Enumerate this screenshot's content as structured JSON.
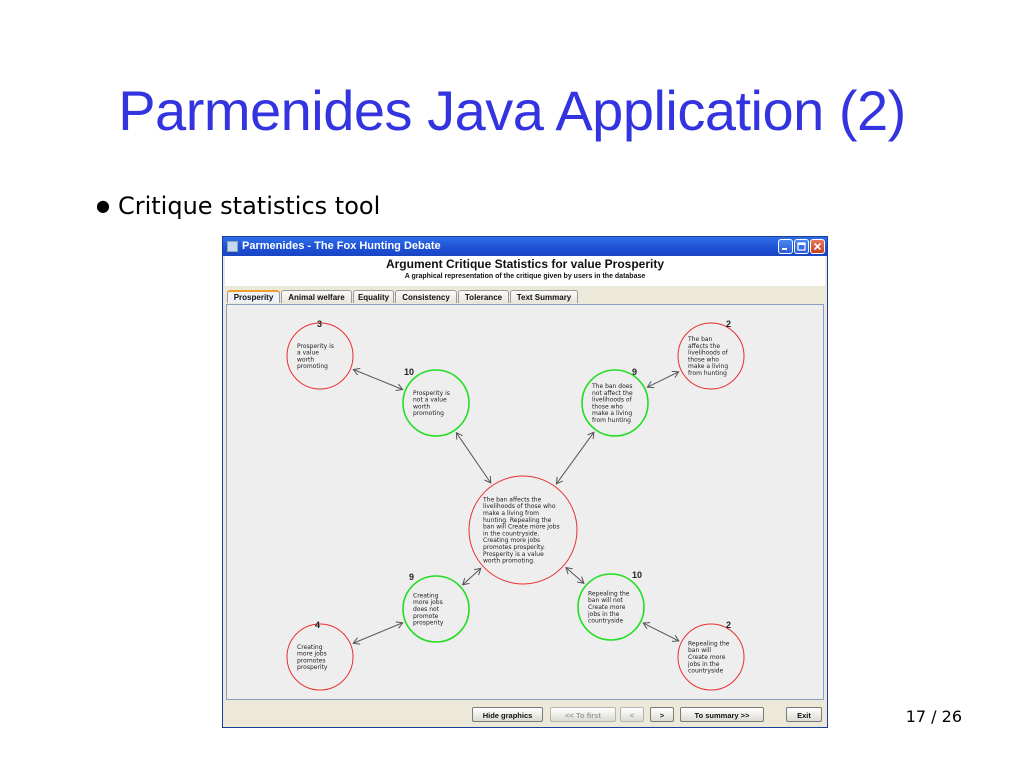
{
  "slide": {
    "title": "Parmenides Java Application (2)",
    "bullet": "Critique statistics tool",
    "page": "17 / 26"
  },
  "window": {
    "title": "Parmenides - The Fox Hunting Debate",
    "header_title": "Argument Critique Statistics for value Prosperity",
    "header_subtitle": "A graphical representation of the critique given by users in the database"
  },
  "tabs": [
    {
      "label": "Prosperity",
      "active": true
    },
    {
      "label": "Animal welfare",
      "active": false
    },
    {
      "label": "Equality",
      "active": false
    },
    {
      "label": "Consistency",
      "active": false
    },
    {
      "label": "Tolerance",
      "active": false
    },
    {
      "label": "Text Summary",
      "active": false
    }
  ],
  "colors": {
    "disagree": "#e83030",
    "agree": "#22dd22",
    "arrow": "#555555"
  },
  "nodes": [
    {
      "id": "center",
      "count": "",
      "agree": false,
      "lines": [
        "The ban affects the",
        "livelihoods of those who",
        "make a living from",
        "hunting. Repealing the",
        "ban will Create more jobs",
        "in the countryside.",
        "Creating more jobs",
        "promotes prosperity.",
        "Prosperity is a value",
        "worth promoting."
      ]
    },
    {
      "id": "tl-outer",
      "count": "3",
      "agree": false,
      "lines": [
        "Prosperity is",
        "a value",
        "worth",
        "promoting"
      ]
    },
    {
      "id": "tl-inner",
      "count": "10",
      "agree": true,
      "lines": [
        "Prosperity is",
        "not a value",
        "worth",
        "promoting"
      ]
    },
    {
      "id": "tr-inner",
      "count": "9",
      "agree": true,
      "lines": [
        "The ban does",
        "not affect the",
        "livelihoods of",
        "those who",
        "make a living",
        "from hunting"
      ]
    },
    {
      "id": "tr-outer",
      "count": "2",
      "agree": false,
      "lines": [
        "The ban",
        "affects the",
        "livelihoods of",
        "those who",
        "make a living",
        "from hunting"
      ]
    },
    {
      "id": "bl-inner",
      "count": "9",
      "agree": true,
      "lines": [
        "Creating",
        "more jobs",
        "does not",
        "promote",
        "prosperity"
      ]
    },
    {
      "id": "bl-outer",
      "count": "4",
      "agree": false,
      "lines": [
        "Creating",
        "more jobs",
        "promotes",
        "prosperity"
      ]
    },
    {
      "id": "br-inner",
      "count": "10",
      "agree": true,
      "lines": [
        "Repealing the",
        "ban will not",
        "Create more",
        "jobs in the",
        "countryside"
      ]
    },
    {
      "id": "br-outer",
      "count": "2",
      "agree": false,
      "lines": [
        "Repealing the",
        "ban will",
        "Create more",
        "jobs in the",
        "countryside"
      ]
    }
  ],
  "edges": [
    [
      "tl-outer",
      "tl-inner"
    ],
    [
      "tl-inner",
      "center"
    ],
    [
      "tr-outer",
      "tr-inner"
    ],
    [
      "tr-inner",
      "center"
    ],
    [
      "bl-outer",
      "bl-inner"
    ],
    [
      "bl-inner",
      "center"
    ],
    [
      "br-outer",
      "br-inner"
    ],
    [
      "br-inner",
      "center"
    ]
  ],
  "buttons": [
    {
      "label": "Hide graphics",
      "enabled": true
    },
    {
      "label": "<< To first",
      "enabled": false
    },
    {
      "label": "<",
      "enabled": false
    },
    {
      "label": ">",
      "enabled": true
    },
    {
      "label": "To summary >>",
      "enabled": true
    },
    {
      "label": "Exit",
      "enabled": true
    }
  ]
}
